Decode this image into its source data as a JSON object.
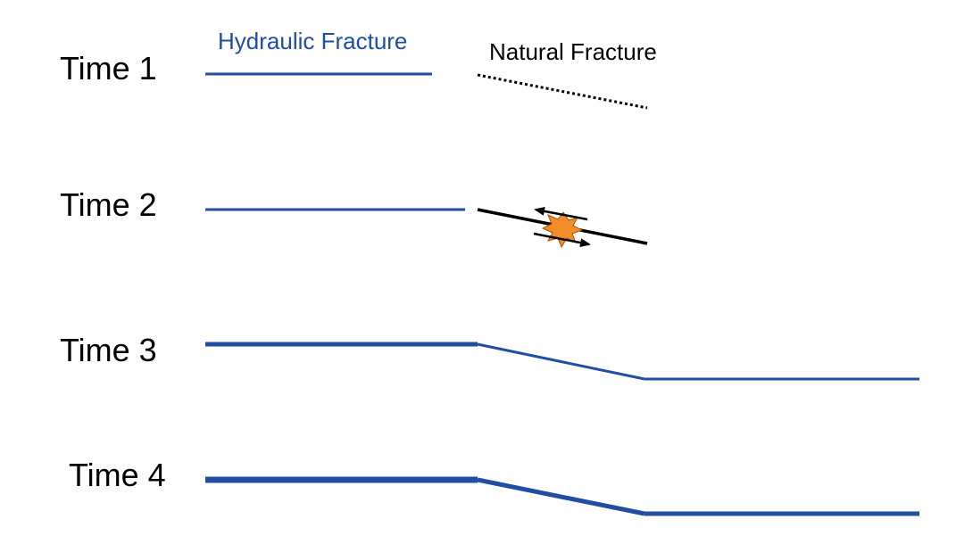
{
  "legend": {
    "hydraulic_fracture": "Hydraulic Fracture",
    "natural_fracture": "Natural Fracture"
  },
  "stages": [
    {
      "label": "Time 1"
    },
    {
      "label": "Time 2"
    },
    {
      "label": "Time 3"
    },
    {
      "label": "Time 4"
    }
  ],
  "colors": {
    "hydraulic_fracture": "#1f4ea3",
    "natural_fracture": "#000000",
    "slip_burst": "#f28c28",
    "text": "#000000"
  },
  "icons": {
    "slip_burst": "star-burst-icon",
    "slip_arrows": "opposing-arrows-icon"
  }
}
